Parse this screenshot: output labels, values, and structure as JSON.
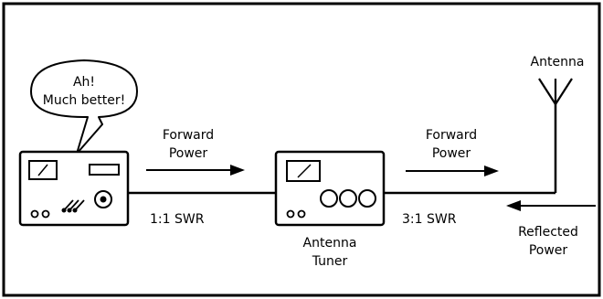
{
  "speech_bubble": {
    "line1": "Ah!",
    "line2": "Much better!"
  },
  "labels": {
    "forward_power_1": [
      "Forward",
      "Power"
    ],
    "forward_power_2": [
      "Forward",
      "Power"
    ],
    "swr_left": "1:1 SWR",
    "swr_right": "3:1 SWR",
    "antenna": "Antenna",
    "tuner": [
      "Antenna",
      "Tuner"
    ],
    "reflected_power": [
      "Reflected",
      "Power"
    ]
  }
}
